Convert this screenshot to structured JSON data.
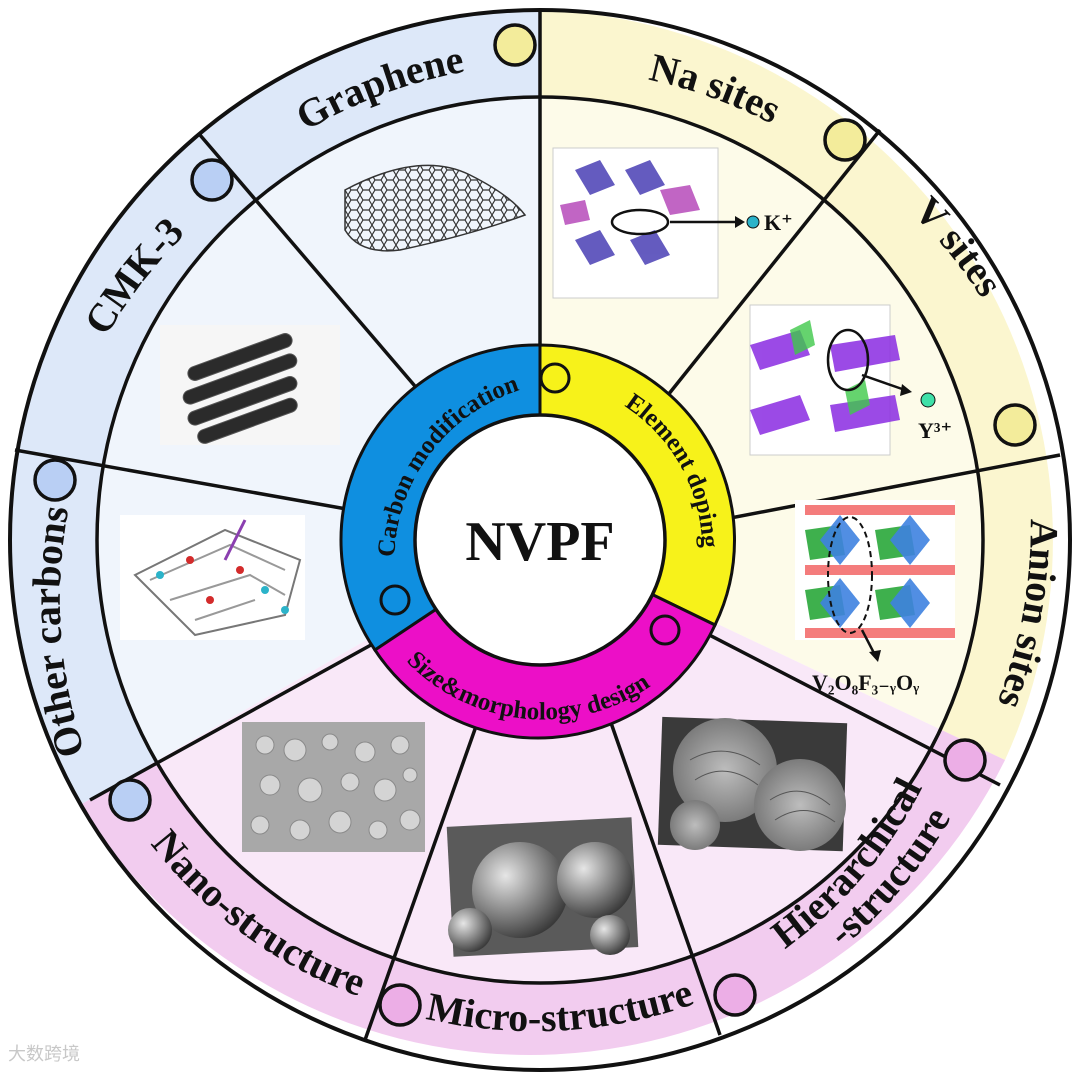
{
  "center": {
    "title": "NVPF"
  },
  "inner_ring": [
    {
      "key": "carbon",
      "label": "Carbon modification",
      "color": "#0f8fe0"
    },
    {
      "key": "element",
      "label": "Element doping",
      "color": "#f7f21a"
    },
    {
      "key": "size",
      "label": "Size&morphology design",
      "color": "#ec0fc7"
    }
  ],
  "segments": [
    {
      "key": "graphene",
      "label": "Graphene",
      "group": "carbon"
    },
    {
      "key": "cmk3",
      "label": "CMK-3",
      "group": "carbon"
    },
    {
      "key": "other",
      "label": "Other carbons",
      "group": "carbon"
    },
    {
      "key": "na",
      "label": "Na sites",
      "group": "element",
      "ion": "K⁺"
    },
    {
      "key": "v",
      "label": "V sites",
      "group": "element",
      "ion": "Y³⁺"
    },
    {
      "key": "anion",
      "label": "Anion sites",
      "group": "element",
      "formula": "V₂O₈F₃₋ᵧOᵧ"
    },
    {
      "key": "nano",
      "label": "Nano-structure",
      "group": "size"
    },
    {
      "key": "micro",
      "label": "Micro-structure",
      "group": "size"
    },
    {
      "key": "hier",
      "label": "Hierarchical\n-structure",
      "group": "size"
    }
  ],
  "colors": {
    "carbon_tint": "#dde8f9",
    "element_tint": "#fbf6cf",
    "size_tint": "#f2ccef",
    "outline": "#111111"
  },
  "watermark": "大数跨境"
}
